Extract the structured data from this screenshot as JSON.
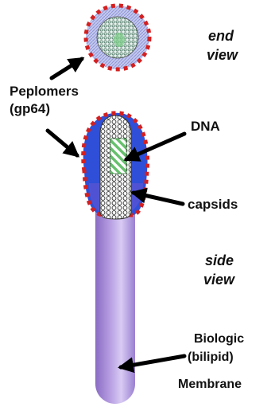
{
  "labels": {
    "end": "end",
    "view1": "view",
    "peplomers": "Peplomers",
    "gp64": "(gp64)",
    "dna": "DNA",
    "capsids": "capsids",
    "side": "side",
    "view2": "view",
    "biologic": "Biologic",
    "bilipid": "(bilipid)",
    "membrane": "Membrane"
  },
  "colors": {
    "background": "#ffffff",
    "peplomer": "#d42020",
    "envelope_blue": "#2f4fd8",
    "end_view_ring": "#aab0e6",
    "membrane_purple": "#a98bd6",
    "membrane_purple_light": "#d3c3f0",
    "dna_green": "#6fc878",
    "capsid_gray": "#8a8a8a",
    "arrow": "#000000"
  }
}
